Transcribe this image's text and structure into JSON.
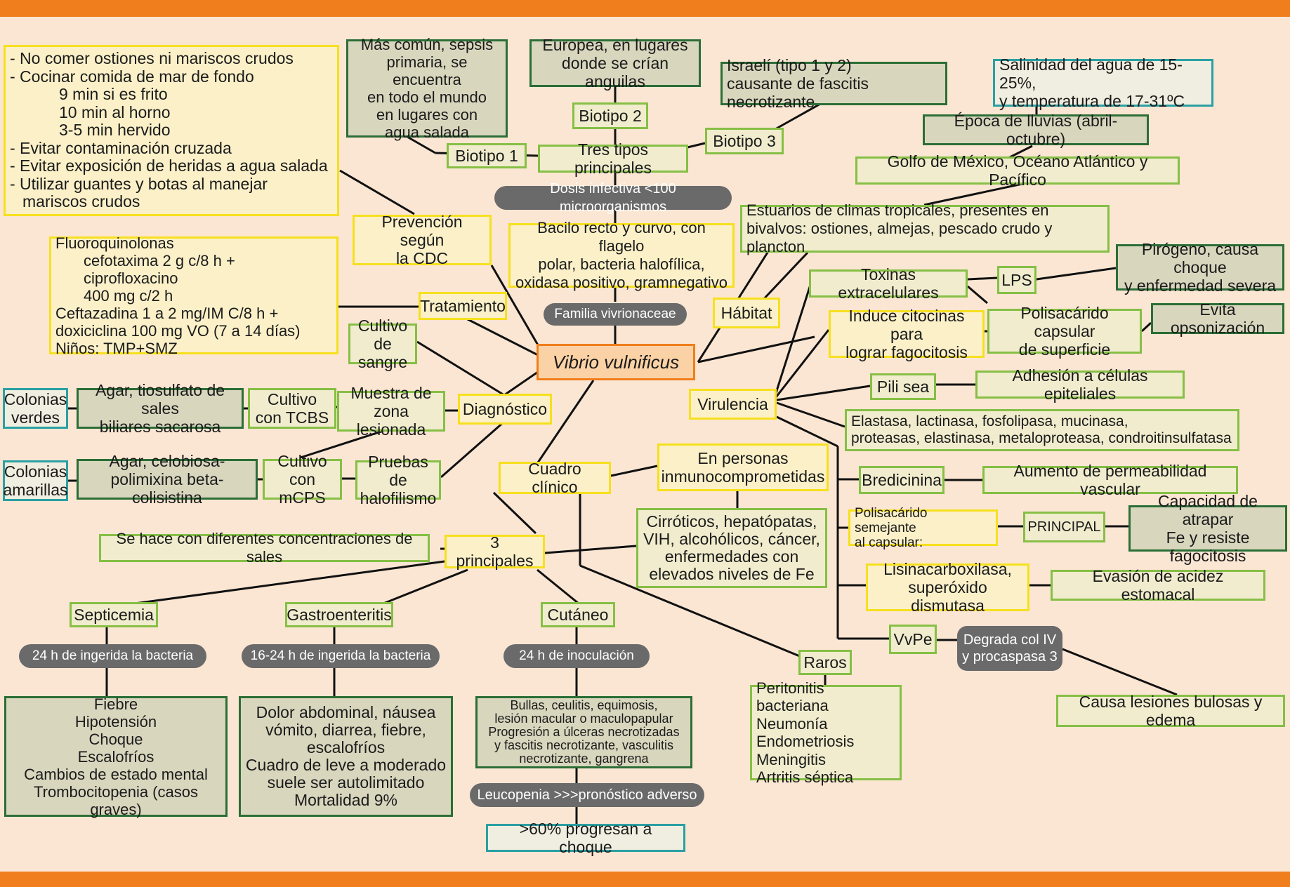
{
  "center": "Vibrio vulnificus",
  "pills": {
    "dosis": "Dosis infectiva <100 microorganismos",
    "familia": "Familia vivrionaceae",
    "septicemia_time": "24 h de ingerida la bacteria",
    "gastro_time": "16-24 h de ingerida la bacteria",
    "cutaneo_time": "24 h de inoculación",
    "leucopenia": "Leucopenia >>>pronóstico adverso",
    "degrada": [
      "Degrada col IV",
      "y procaspasa 3"
    ]
  },
  "prevention": {
    "label": [
      "Prevención según",
      "la CDC"
    ],
    "items": [
      "- No comer ostiones ni mariscos crudos",
      "- Cocinar comida de mar de fondo",
      "9 min si es frito",
      "10 min al horno",
      "3-5 min hervido",
      "- Evitar contaminación cruzada",
      "- Evitar exposición de heridas a agua salada",
      "- Utilizar guantes y botas al manejar",
      "mariscos crudos"
    ]
  },
  "biotypes": {
    "main": "Tres tipos principales",
    "b1": "Biotipo 1",
    "b1_desc": [
      "Más común, sepsis",
      "primaria, se encuentra",
      "en todo el mundo",
      "en lugares con",
      "agua salada"
    ],
    "b2": "Biotipo 2",
    "b2_desc": [
      "Europea, en lugares",
      "donde se crían anguilas"
    ],
    "b3": "Biotipo 3",
    "b3_desc": [
      "Israelí (tipo 1 y 2)",
      "causante de fascitis necrotizante"
    ]
  },
  "description": [
    "Bacilo recto y curvo, con flagelo",
    "polar, bacteria halofílica,",
    "oxidasa positivo, gramnegativo"
  ],
  "habitat": {
    "label": "Hábitat",
    "salinity": [
      "Salinidad del agua de 15-25%,",
      "y temperatura de 17-31ºC"
    ],
    "rain": "Época de lluvias (abril-octubre)",
    "gulf": "Golfo de México, Océano Atlántico y Pacífico",
    "estuaries": [
      "Estuarios de climas tropicales, presentes en",
      "bivalvos: ostiones, almejas, pescado crudo y plancton"
    ]
  },
  "treatment": {
    "label": "Tratamiento",
    "items": [
      "Fluoroquinolonas",
      "cefotaxima 2 g c/8 h + ciprofloxacino",
      "400 mg c/2 h",
      "Ceftazadina 1 a 2 mg/IM C/8 h +",
      "doxiciclina 100 mg VO (7 a 14 días)",
      "Niños: TMP+SMZ"
    ]
  },
  "diagnosis": {
    "label": "Diagnóstico",
    "blood": [
      "Cultivo",
      "de sangre"
    ],
    "sample": [
      "Muestra de",
      "zona lesionada"
    ],
    "tcbs": [
      "Cultivo",
      "con TCBS"
    ],
    "agar1": [
      "Agar, tiosulfato de sales",
      "biliares sacarosa"
    ],
    "green": [
      "Colonias",
      "verdes"
    ],
    "halo": [
      "Pruebas de",
      "halofilismo"
    ],
    "mcps": [
      "Cultivo",
      "con mCPS"
    ],
    "agar2": [
      "Agar, celobiosa-",
      "polimixina beta-colisistina"
    ],
    "yellow": [
      "Colonias",
      "amarillas"
    ]
  },
  "virulence": {
    "label": "Virulencia",
    "toxins": "Toxinas extracelulares",
    "lps": "LPS",
    "pyrogen": [
      "Pirógeno, causa choque",
      "y enfermedad severa"
    ],
    "capsule": [
      "Polisacárido capsular",
      "de superficie"
    ],
    "opsonization": "Evita opsonización",
    "cytokines": [
      "Induce citocinas para",
      "lograr fagocitosis"
    ],
    "pili": "Pili sea",
    "adhesion": "Adhesión a células epiteliales",
    "enzymes": [
      "Elastasa, lactinasa, fosfolipasa, mucinasa,",
      "proteasas, elastinasa, metaloproteasa, condroitinsulfatasa"
    ],
    "bradykinin": "Bredicinina",
    "permeability": "Aumento de permeabilidad vascular",
    "polysac": [
      "Polisacárido semejante",
      "al capsular:"
    ],
    "principal": "PRINCIPAL",
    "iron": [
      "Capacidad de atrapar",
      "Fe y resiste fagocitosis"
    ],
    "lysine": [
      "Lisinacarboxilasa,",
      "superóxido dismutasa"
    ],
    "acid": "Evasión de acidez estomacal",
    "vvpe": "VvPe",
    "bullous": "Causa lesiones bulosas y edema"
  },
  "clinical": {
    "label": "Cuadro clínico",
    "immuno": [
      "En personas",
      "inmunocomprometidas"
    ],
    "cirrhotic": [
      "Cirróticos, hepatópatas,",
      "VIH, alcohólicos, cáncer,",
      "enfermedades con",
      "elevados niveles de Fe"
    ],
    "main3": "3 principales",
    "salts": "Se hace con diferentes concentraciones de sales",
    "septicemia": "Septicemia",
    "septicemia_symptoms": [
      "Fiebre",
      "Hipotensión",
      "Choque",
      "Escalofríos",
      "Cambios de estado mental",
      "Trombocitopenia (casos graves)"
    ],
    "gastro": "Gastroenteritis",
    "gastro_symptoms": [
      "Dolor abdominal, náusea",
      "vómito, diarrea, fiebre,",
      "escalofríos",
      "Cuadro de leve a moderado",
      "suele ser autolimitado",
      "Mortalidad 9%"
    ],
    "cutaneo": "Cutáneo",
    "cutaneo_symptoms": [
      "Bullas, ceulitis, equimosis,",
      "lesión macular o maculopapular",
      "Progresión a úlceras necrotizadas",
      "y fascitis necrotizante, vasculitis",
      "necrotizante, gangrena"
    ],
    "shock": ">60% progresan a choque",
    "rare": "Raros",
    "rare_list": [
      "Peritonitis bacteriana",
      "Neumonía",
      "Endometriosis",
      "Meningitis",
      "Artritis séptica"
    ]
  }
}
